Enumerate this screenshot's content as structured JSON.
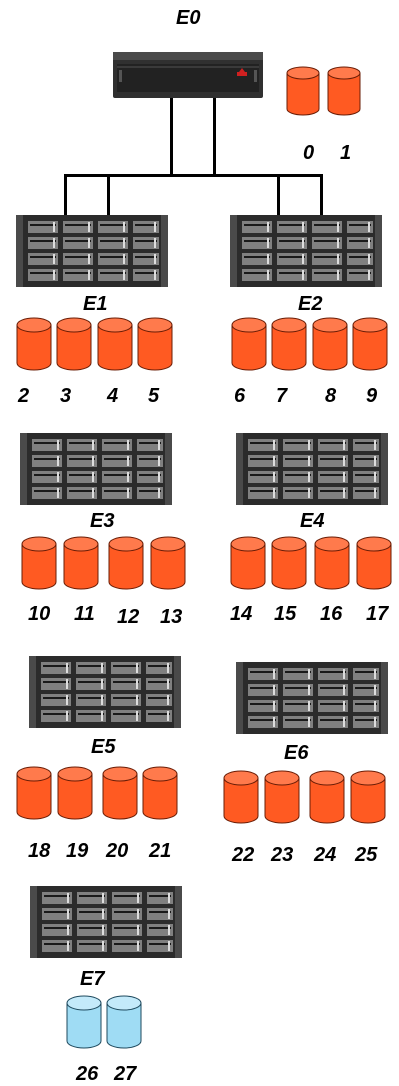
{
  "colors": {
    "active_disk": "#ff5a22",
    "spare_disk": "#9fdcf4",
    "cable": "#000000",
    "chassis": "#2b2b2b"
  },
  "head": {
    "label": "E0",
    "disks": [
      "0",
      "1"
    ]
  },
  "enclosures": [
    {
      "label": "E1",
      "disks": [
        "2",
        "3",
        "4",
        "5"
      ]
    },
    {
      "label": "E2",
      "disks": [
        "6",
        "7",
        "8",
        "9"
      ]
    },
    {
      "label": "E3",
      "disks": [
        "10",
        "11",
        "12",
        "13"
      ]
    },
    {
      "label": "E4",
      "disks": [
        "14",
        "15",
        "16",
        "17"
      ]
    },
    {
      "label": "E5",
      "disks": [
        "18",
        "19",
        "20",
        "21"
      ]
    },
    {
      "label": "E6",
      "disks": [
        "22",
        "23",
        "24",
        "25"
      ]
    },
    {
      "label": "E7",
      "disks": [
        "26",
        "27"
      ],
      "spare": true
    }
  ]
}
